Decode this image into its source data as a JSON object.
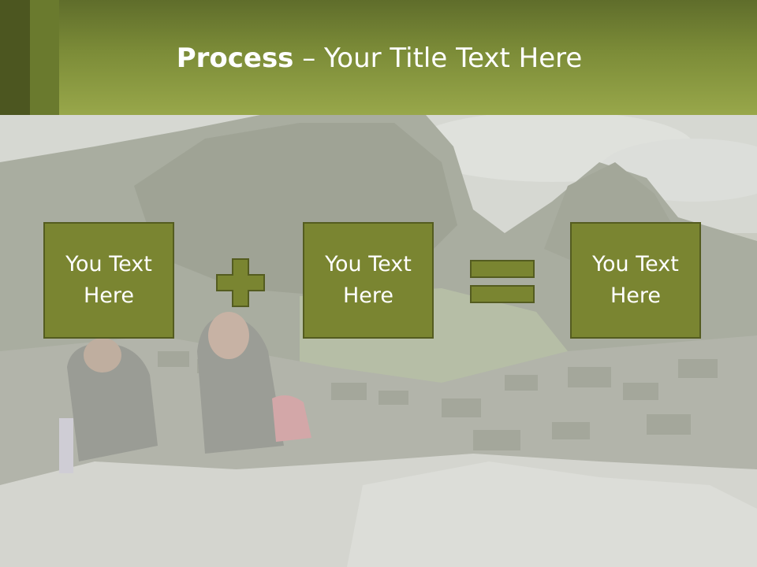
{
  "slide": {
    "title_bold": "Process",
    "title_rest": " – Your Title Text Here",
    "boxes": [
      {
        "label": "You Text\nHere"
      },
      {
        "label": "You Text\nHere"
      },
      {
        "label": "You Text\nHere"
      }
    ],
    "operators": [
      "plus-icon",
      "equals-icon"
    ],
    "colors": {
      "header": "#8a9a40",
      "box_fill": "#7a8531",
      "box_border": "#545c20",
      "operator_fill": "#7a8531"
    }
  }
}
